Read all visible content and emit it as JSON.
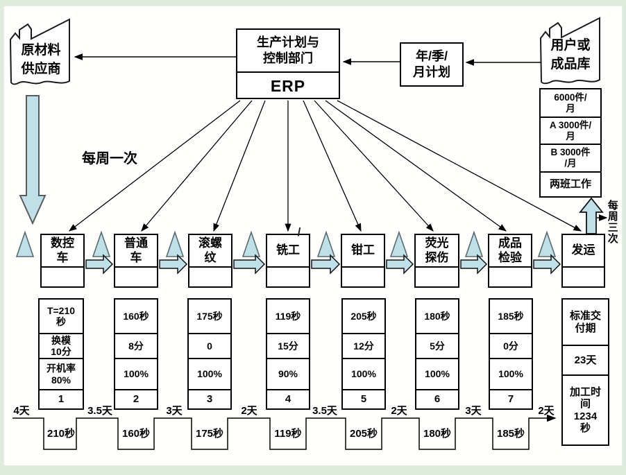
{
  "colors": {
    "slide_background": "#dcebdc",
    "inventory_blue": "#bfe0e8",
    "line_black": "#000000"
  },
  "factories": {
    "supplier_label": "原材料\n供应商",
    "customer_label": "用户或\n成品库"
  },
  "planning": {
    "dept_label": "生产计划与\n控制部门",
    "erp_label": "ERP",
    "plan_label": "年/季/\n月计划"
  },
  "demand": {
    "rows": [
      "6000件/\n月",
      "A 3000件/\n月",
      "B 3000件\n/月",
      "两班工作"
    ]
  },
  "flow_labels": {
    "weekly_once": "每周一次",
    "weekly_three_times": "每周三次",
    "stray_mark": "/"
  },
  "processes": [
    {
      "name": "数控\n车"
    },
    {
      "name": "普通\n车"
    },
    {
      "name": "滚螺\n纹"
    },
    {
      "name": "铣工"
    },
    {
      "name": "钳工"
    },
    {
      "name": "荧光\n探伤"
    },
    {
      "name": "成品\n检验"
    },
    {
      "name": "发运"
    }
  ],
  "data_boxes": [
    {
      "cycle": "T=210\n秒",
      "changeover": "换模\n10分",
      "uptime": "开机率\n80%",
      "num": "1"
    },
    {
      "cycle": "160秒",
      "changeover": "8分",
      "uptime": "100%",
      "num": "2"
    },
    {
      "cycle": "175秒",
      "changeover": "0",
      "uptime": "100%",
      "num": "3"
    },
    {
      "cycle": "119秒",
      "changeover": "15分",
      "uptime": "90%",
      "num": "4"
    },
    {
      "cycle": "205秒",
      "changeover": "12分",
      "uptime": "100%",
      "num": "5"
    },
    {
      "cycle": "180秒",
      "changeover": "5分",
      "uptime": "100%",
      "num": "6"
    },
    {
      "cycle": "185秒",
      "changeover": "0分",
      "uptime": "100%",
      "num": "7"
    }
  ],
  "timeline": {
    "days": [
      "4天",
      "3.5天",
      "3天",
      "2天",
      "3.5天",
      "2天",
      "3天",
      "2天"
    ],
    "seconds": [
      "210秒",
      "160秒",
      "175秒",
      "119秒",
      "205秒",
      "180秒",
      "185秒"
    ]
  },
  "summary": {
    "rows": [
      "标准交\n付期",
      "23天",
      "加工时\n间\n1234\n秒"
    ]
  }
}
